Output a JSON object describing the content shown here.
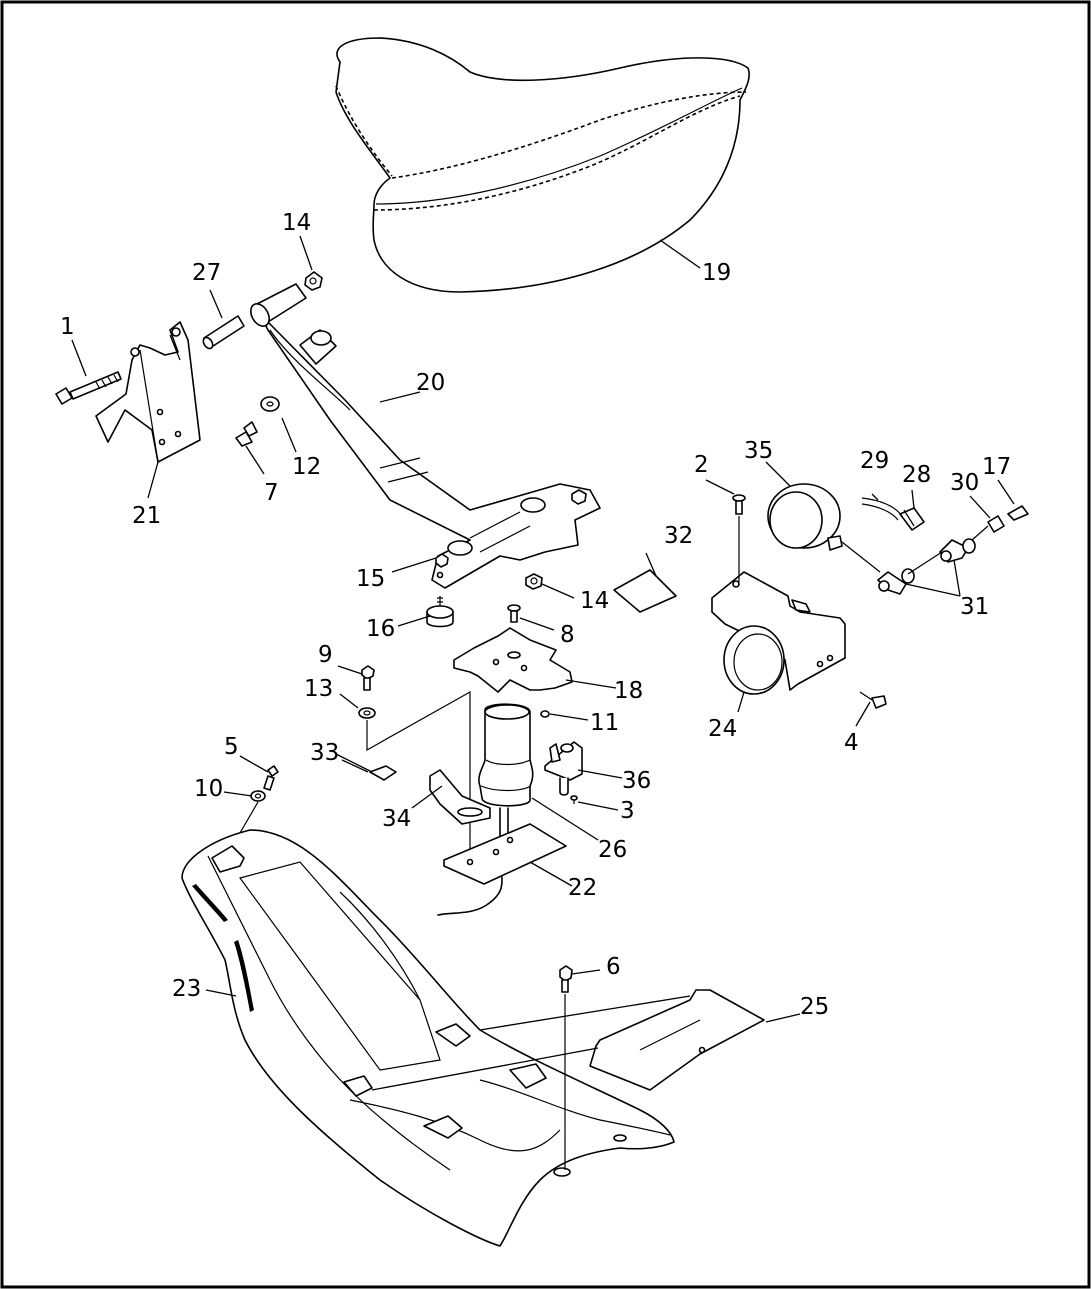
{
  "diagram": {
    "callouts": [
      {
        "id": "c1",
        "text": "1"
      },
      {
        "id": "c2",
        "text": "2"
      },
      {
        "id": "c3",
        "text": "3"
      },
      {
        "id": "c4",
        "text": "4"
      },
      {
        "id": "c5",
        "text": "5"
      },
      {
        "id": "c6",
        "text": "6"
      },
      {
        "id": "c7",
        "text": "7"
      },
      {
        "id": "c8",
        "text": "8"
      },
      {
        "id": "c9",
        "text": "9"
      },
      {
        "id": "c10",
        "text": "10"
      },
      {
        "id": "c11",
        "text": "11"
      },
      {
        "id": "c12",
        "text": "12"
      },
      {
        "id": "c13",
        "text": "13"
      },
      {
        "id": "c14a",
        "text": "14"
      },
      {
        "id": "c14b",
        "text": "14"
      },
      {
        "id": "c15",
        "text": "15"
      },
      {
        "id": "c16",
        "text": "16"
      },
      {
        "id": "c17",
        "text": "17"
      },
      {
        "id": "c18",
        "text": "18"
      },
      {
        "id": "c19",
        "text": "19"
      },
      {
        "id": "c20",
        "text": "20"
      },
      {
        "id": "c21",
        "text": "21"
      },
      {
        "id": "c22",
        "text": "22"
      },
      {
        "id": "c23",
        "text": "23"
      },
      {
        "id": "c24",
        "text": "24"
      },
      {
        "id": "c25",
        "text": "25"
      },
      {
        "id": "c26",
        "text": "26"
      },
      {
        "id": "c27",
        "text": "27"
      },
      {
        "id": "c28",
        "text": "28"
      },
      {
        "id": "c29",
        "text": "29"
      },
      {
        "id": "c30",
        "text": "30"
      },
      {
        "id": "c31",
        "text": "31"
      },
      {
        "id": "c32",
        "text": "32"
      },
      {
        "id": "c33",
        "text": "33"
      },
      {
        "id": "c34",
        "text": "34"
      },
      {
        "id": "c35",
        "text": "35"
      },
      {
        "id": "c36",
        "text": "36"
      }
    ]
  }
}
